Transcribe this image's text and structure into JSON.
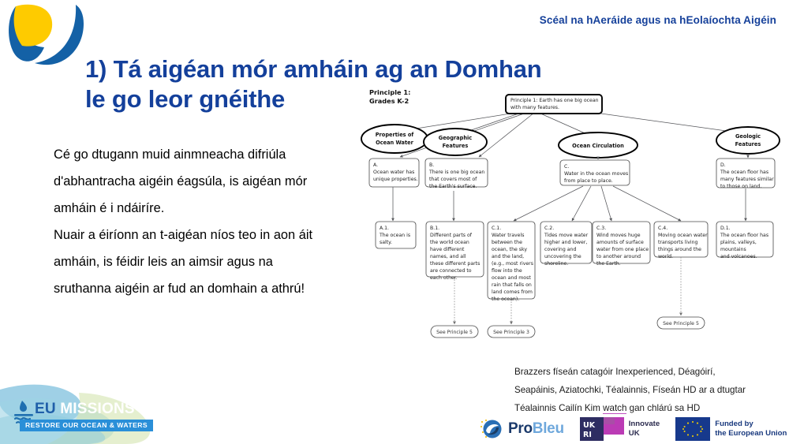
{
  "header": {
    "course_line": "Scéal na hAeráide agus na hEolaíochta Aigéin",
    "logo_name": "ocean-drop-logo",
    "brand_blue": "#1461a6",
    "brand_yellow": "#fecb00"
  },
  "title": {
    "line1": "1) Tá aigéan mór amháin ag an Domhan",
    "line2": "le go leor gnéithe",
    "color": "#14409b"
  },
  "body": {
    "paragraph1": "Cé go dtugann muid ainmneacha difriúla d'abhantracha aigéin éagsúla, is aigéan mór amháin é i ndáiríre.",
    "paragraph2": "Nuair a éiríonn an t-aigéan níos teo in aon áit amháin, is féidir leis an aimsir agus na sruthanna aigéin ar fud an domhain a athrú!"
  },
  "concept_map": {
    "corner_label_line1": "Principle 1:",
    "corner_label_line2": "Grades K-2",
    "root": {
      "id": "root",
      "lines": [
        "Principle 1: Earth has one big ocean",
        "with many features."
      ]
    },
    "ovals": [
      {
        "id": "oval-properties",
        "lines": [
          "Properties of",
          "Ocean Water"
        ]
      },
      {
        "id": "oval-geographic",
        "lines": [
          "Geographic",
          "Features"
        ]
      },
      {
        "id": "oval-circulation",
        "lines": [
          "Ocean Circulation"
        ]
      },
      {
        "id": "oval-geologic",
        "lines": [
          "Geologic",
          "Features"
        ]
      }
    ],
    "level2": [
      {
        "id": "A",
        "code": "A.",
        "lines": [
          "Ocean water has",
          "unique properties."
        ]
      },
      {
        "id": "B",
        "code": "B.",
        "lines": [
          "There is one big ocean",
          "that covers most of",
          "the Earth's surface."
        ]
      },
      {
        "id": "C",
        "code": "C.",
        "lines": [
          "Water in the ocean moves",
          "from place to place."
        ]
      },
      {
        "id": "D",
        "code": "D.",
        "lines": [
          "The ocean floor has",
          "many features similar",
          "to those on land."
        ]
      }
    ],
    "level3": [
      {
        "id": "A1",
        "code": "A.1.",
        "lines": [
          "The ocean is",
          "salty."
        ]
      },
      {
        "id": "B1",
        "code": "B.1.",
        "lines": [
          "Different parts of",
          "the world ocean",
          "have different",
          "names, and all",
          "these different parts",
          "are connected to",
          "each other."
        ]
      },
      {
        "id": "C1",
        "code": "C.1.",
        "lines": [
          "Water travels",
          "between the",
          "ocean, the sky",
          "and the land,",
          "(e.g., most rivers",
          "flow into the",
          "ocean and most",
          "rain that falls on",
          "land comes from",
          "the ocean)."
        ]
      },
      {
        "id": "C2",
        "code": "C.2.",
        "lines": [
          "Tides move water",
          "higher and lower,",
          "covering and",
          "uncovering the",
          "shoreline."
        ]
      },
      {
        "id": "C3",
        "code": "C.3.",
        "lines": [
          "Wind moves huge",
          "amounts of surface",
          "water from one place",
          "to another around",
          "the Earth."
        ]
      },
      {
        "id": "C4",
        "code": "C.4.",
        "lines": [
          "Moving ocean water",
          "transports living",
          "things around the",
          "world."
        ]
      },
      {
        "id": "D1",
        "code": "D.1.",
        "lines": [
          "The ocean floor has",
          "plains, valleys,",
          "mountains",
          "and volcanoes."
        ]
      }
    ],
    "references": [
      {
        "id": "ref-b1",
        "label": "See Principle 5"
      },
      {
        "id": "ref-c1",
        "label": "See Principle 3"
      },
      {
        "id": "ref-c4",
        "label": "See Principle 5"
      }
    ]
  },
  "caption": {
    "line1": "Brazzers físeán catagóir Inexperienced, Déagóirí,",
    "line2": "Seapáinis, Aziatochki, Téalainnis, Físeán HD ar a dtugtar",
    "line3_a": "Téalainnis Cailín Kim ",
    "line3_b": "watch",
    "line3_c": " gan chlárú sa HD"
  },
  "eu_missions": {
    "word_eu": "EU ",
    "word_missions": "MISSIONS",
    "strapline": "RESTORE OUR OCEAN & WATERS",
    "icon_name": "water-drop-waves-icon"
  },
  "funders": [
    {
      "id": "probleu",
      "word_a": "Pro",
      "word_b": "Bleu",
      "icon_name": "probleu-swirl-icon"
    },
    {
      "id": "innovate-uk",
      "mark": "UKRI",
      "line1": "Innovate",
      "line2": "UK",
      "icon_name": "ukri-logo-icon"
    },
    {
      "id": "eu-funding",
      "line1": "Funded by",
      "line2": "the European Union",
      "icon_name": "eu-flag-icon"
    }
  ]
}
